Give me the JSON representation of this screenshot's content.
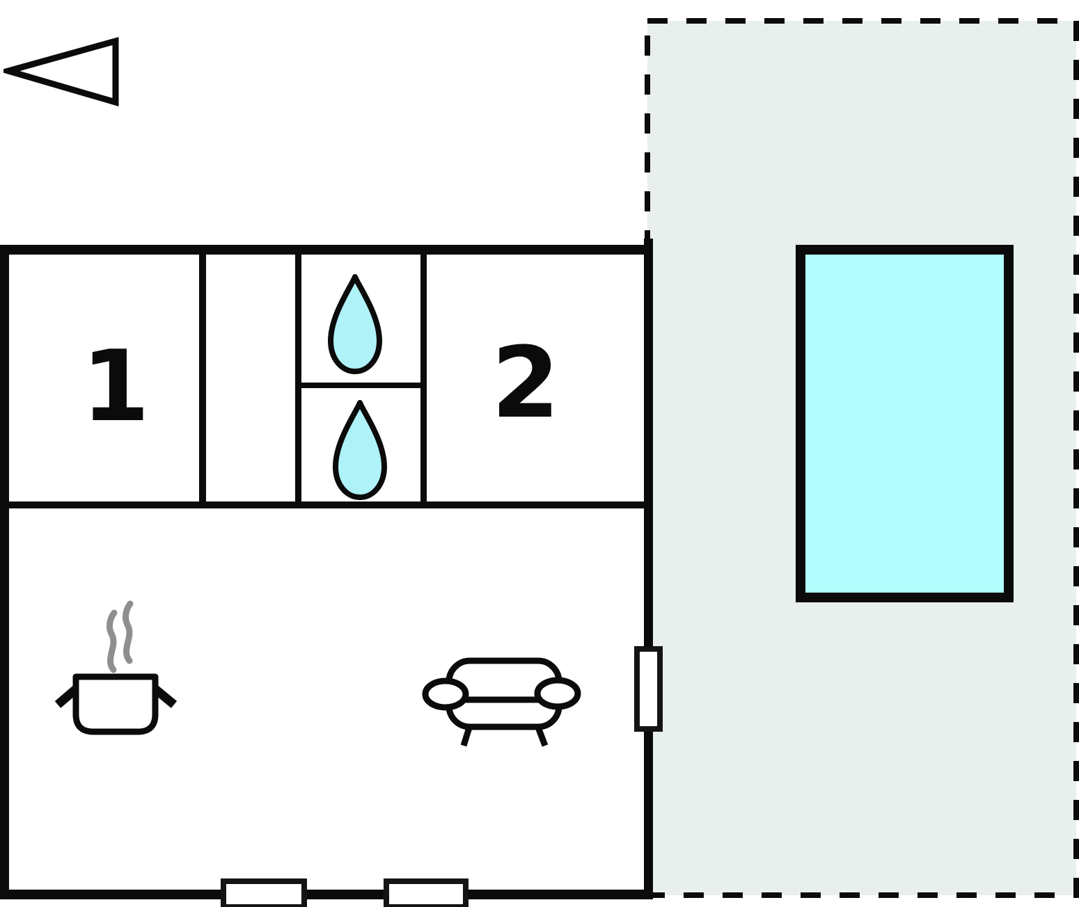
{
  "plan": {
    "room_labels": {
      "room1": "1",
      "room2": "2"
    },
    "icons": {
      "compass": "direction-arrow-left",
      "bathroom_features": [
        "water-drop",
        "water-drop"
      ],
      "kitchen_feature": "steaming-pot",
      "living_feature": "sofa",
      "outdoor_feature": "swimming-pool"
    },
    "areas": {
      "terrace": "dashed-outline-area",
      "pool": "pool-rectangle",
      "building": "house-outline"
    },
    "colors": {
      "wall": "#0b0b0b",
      "terrace_fill": "#e8efec",
      "pool_fill": "#b2feff",
      "drop_fill": "#aff2f8",
      "steam": "#8f8f8f",
      "background": "#ffffff"
    }
  }
}
